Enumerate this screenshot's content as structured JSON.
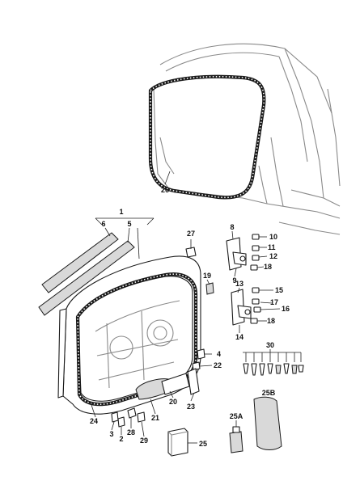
{
  "diagram": {
    "callouts": [
      {
        "id": "1",
        "label": "1"
      },
      {
        "id": "2",
        "label": "2"
      },
      {
        "id": "3",
        "label": "3"
      },
      {
        "id": "4",
        "label": "4"
      },
      {
        "id": "5",
        "label": "5"
      },
      {
        "id": "6",
        "label": "6"
      },
      {
        "id": "8",
        "label": "8"
      },
      {
        "id": "9",
        "label": "9"
      },
      {
        "id": "10",
        "label": "10"
      },
      {
        "id": "11",
        "label": "11"
      },
      {
        "id": "12",
        "label": "12"
      },
      {
        "id": "13",
        "label": "13"
      },
      {
        "id": "14",
        "label": "14"
      },
      {
        "id": "15",
        "label": "15"
      },
      {
        "id": "16",
        "label": "16"
      },
      {
        "id": "17",
        "label": "17"
      },
      {
        "id": "18a",
        "label": "18"
      },
      {
        "id": "18b",
        "label": "18"
      },
      {
        "id": "19",
        "label": "19"
      },
      {
        "id": "20",
        "label": "20"
      },
      {
        "id": "21",
        "label": "21"
      },
      {
        "id": "22",
        "label": "22"
      },
      {
        "id": "23",
        "label": "23"
      },
      {
        "id": "24",
        "label": "24"
      },
      {
        "id": "25",
        "label": "25"
      },
      {
        "id": "25A",
        "label": "25A"
      },
      {
        "id": "25B",
        "label": "25B"
      },
      {
        "id": "26",
        "label": "26"
      },
      {
        "id": "27",
        "label": "27"
      },
      {
        "id": "28",
        "label": "28"
      },
      {
        "id": "29",
        "label": "29"
      },
      {
        "id": "30",
        "label": "30"
      }
    ]
  }
}
